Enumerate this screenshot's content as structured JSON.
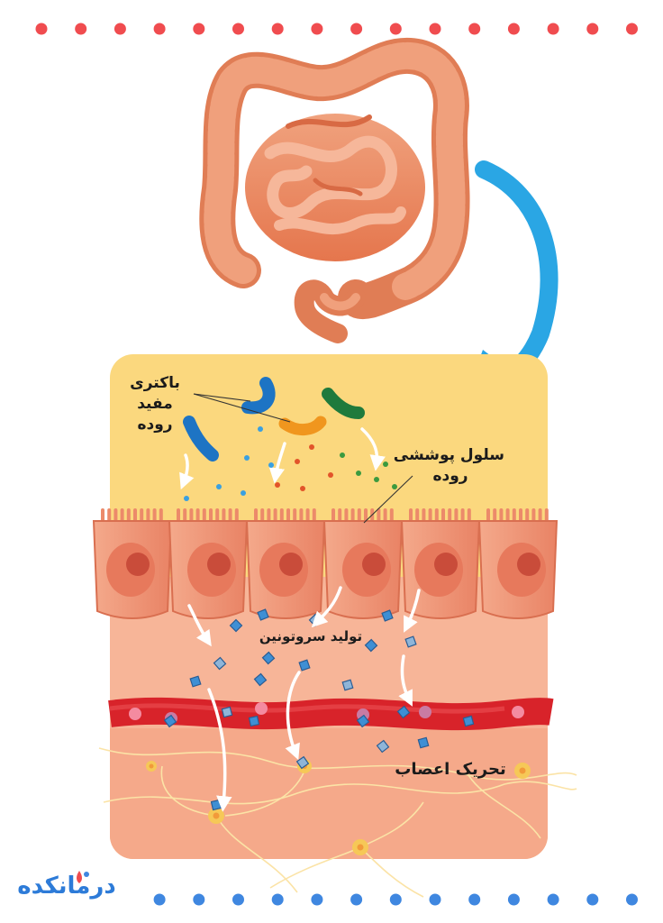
{
  "labels": {
    "bacteria_lines": [
      "باکتری",
      "مفید",
      "روده"
    ],
    "epithelium_lines": [
      "سلول پوششی",
      "روده"
    ],
    "serotonin": "تولید سروتونین",
    "nerves": "تحریک اعصاب"
  },
  "logo": {
    "text": "درمانکده"
  },
  "colors": {
    "top_dots": "#f04c4f",
    "bottom_dots": "#3f87e0",
    "panel_background": "#fbd87e",
    "intestine": "#ec8a62",
    "arrow": "#2aa6e4",
    "blood_vessel": "#d8232a",
    "bacteria_blue": "#1d74c4",
    "bacteria_orange": "#f0961e",
    "bacteria_green": "#1f7a3c",
    "serotonin_crystal": "#3e8fd4",
    "nerve_cell": "#f6c857"
  },
  "icons": [
    "intestine-icon",
    "curved-arrow-icon",
    "bacteria-icon",
    "epithelial-cell-icon",
    "serotonin-crystal-icon",
    "blood-vessel-icon",
    "nerve-cell-icon"
  ]
}
